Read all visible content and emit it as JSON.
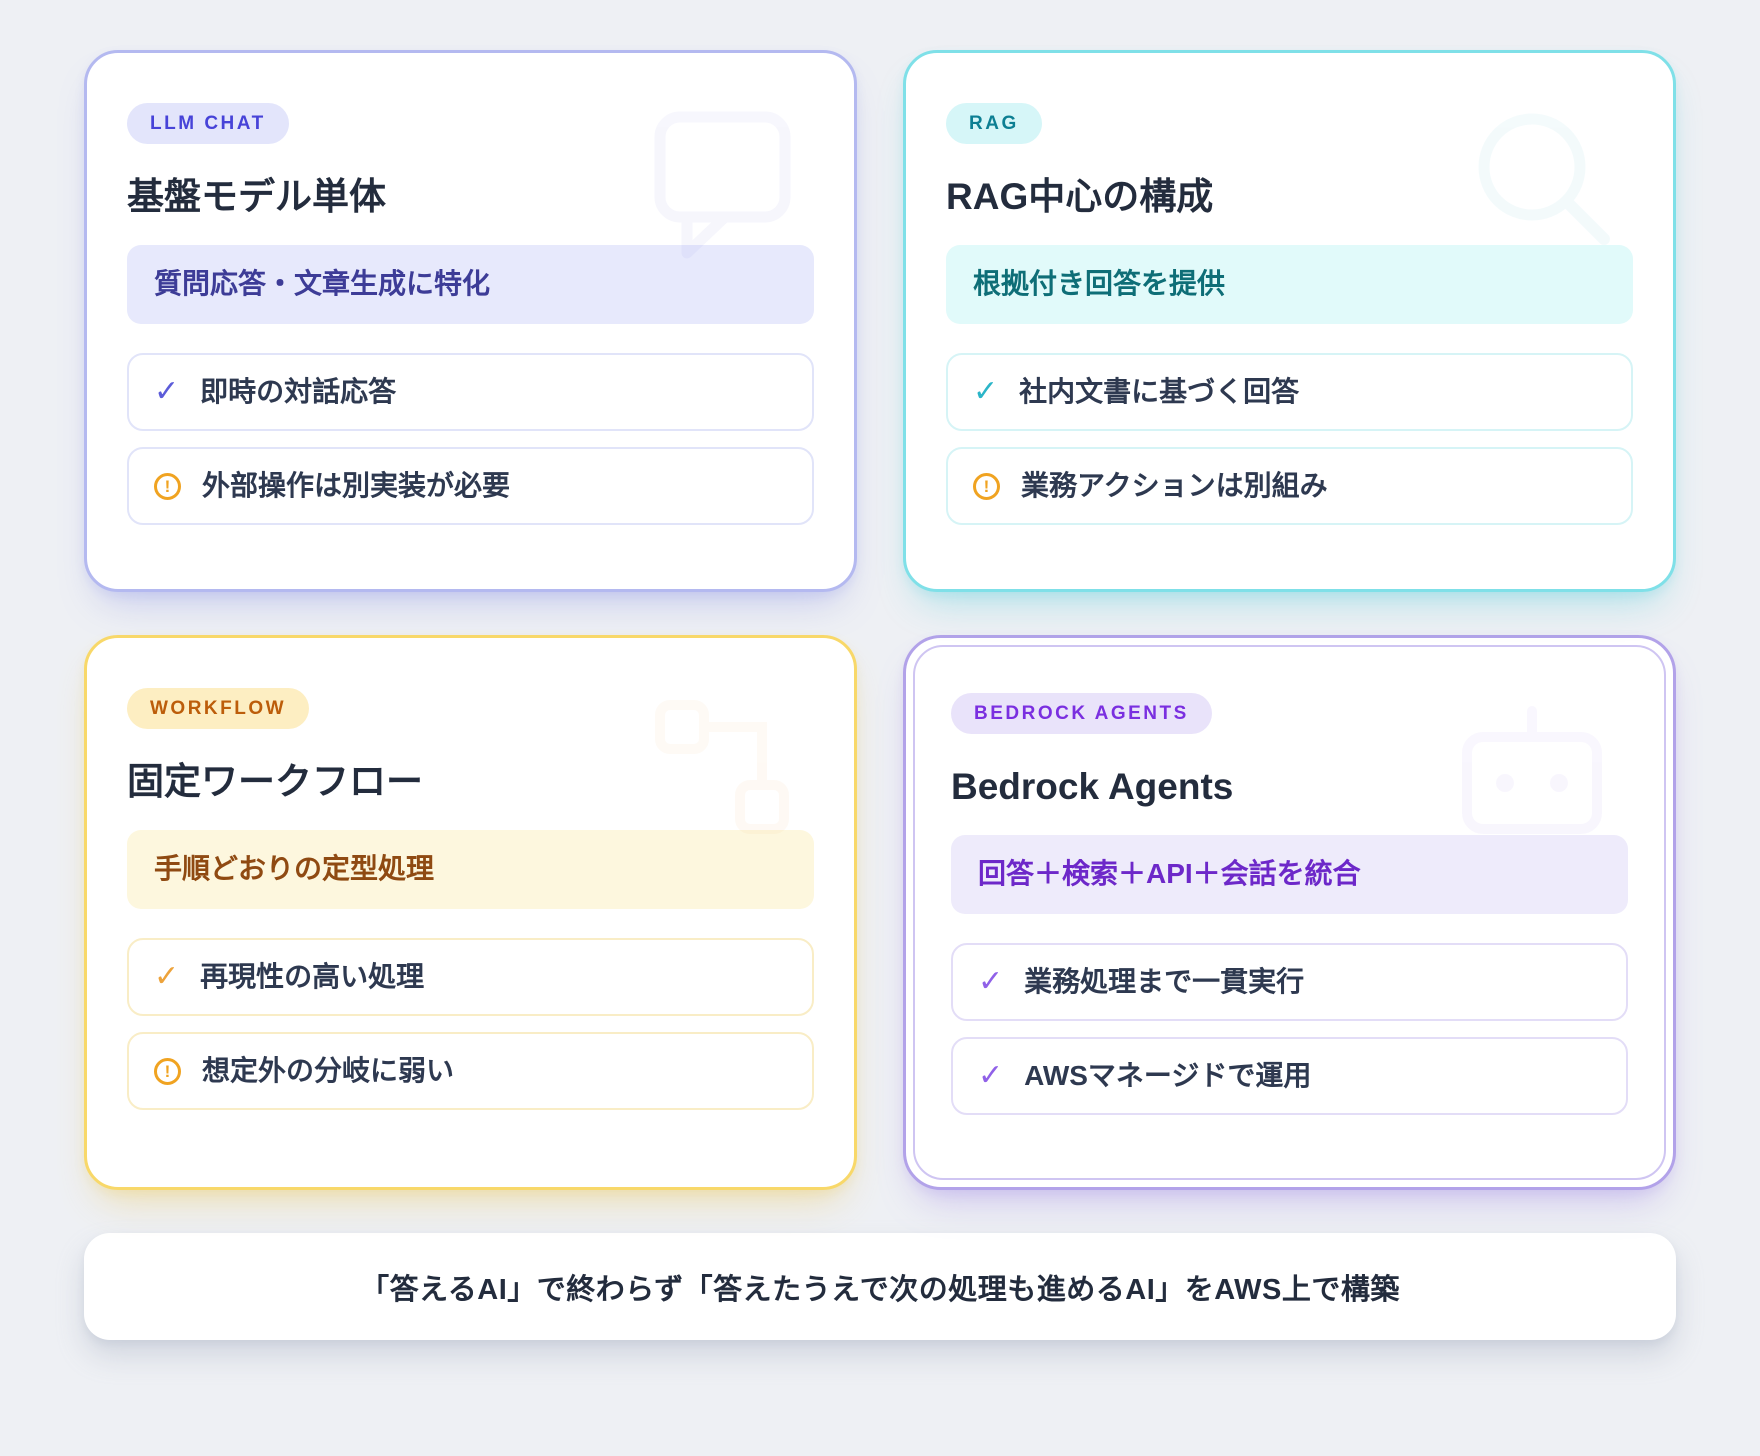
{
  "page": {
    "background_color": "#eef0f4",
    "title_text_color": "#232c3d",
    "warning_color": "#f0a321"
  },
  "cards": [
    {
      "badge": "LLM CHAT",
      "title": "基盤モデル単体",
      "highlight": "質問応答・文章生成に特化",
      "items": [
        {
          "type": "check",
          "icon": "check-icon",
          "text": "即時の対話応答"
        },
        {
          "type": "warning",
          "icon": "warning-icon",
          "text": "外部操作は別実装が必要"
        }
      ],
      "accent_color": "#5c5cd9",
      "border_color": "#b4b9f0",
      "badge_bg": "#e3e5fb",
      "highlight_bg": "#e7e9fc",
      "watermark_icon": "chat-bubble-icon"
    },
    {
      "badge": "RAG",
      "title": "RAG中心の構成",
      "highlight": "根拠付き回答を提供",
      "items": [
        {
          "type": "check",
          "icon": "check-icon",
          "text": "社内文書に基づく回答"
        },
        {
          "type": "warning",
          "icon": "warning-icon",
          "text": "業務アクションは別組み"
        }
      ],
      "accent_color": "#2bb5c8",
      "border_color": "#7fe0e8",
      "badge_bg": "#d6f6f8",
      "highlight_bg": "#e1fafa",
      "watermark_icon": "search-icon"
    },
    {
      "badge": "WORKFLOW",
      "title": "固定ワークフロー",
      "highlight": "手順どおりの定型処理",
      "items": [
        {
          "type": "check",
          "icon": "check-icon",
          "text": "再現性の高い処理"
        },
        {
          "type": "warning",
          "icon": "warning-icon",
          "text": "想定外の分岐に弱い"
        }
      ],
      "accent_color": "#eda33b",
      "border_color": "#f8d869",
      "badge_bg": "#fdeec2",
      "highlight_bg": "#fdf7de",
      "watermark_icon": "workflow-nodes-icon"
    },
    {
      "badge": "BEDROCK AGENTS",
      "title": "Bedrock Agents",
      "highlight": "回答＋検索＋API＋会話を統合",
      "items": [
        {
          "type": "check",
          "icon": "check-icon",
          "text": "業務処理まで一貫実行"
        },
        {
          "type": "check",
          "icon": "check-icon",
          "text": "AWSマネージドで運用"
        }
      ],
      "accent_color": "#9061e8",
      "border_color": "#b2a2e9",
      "inner_border_color": "#cfc5f2",
      "badge_bg": "#e9e3fa",
      "highlight_bg": "#eeebfb",
      "watermark_icon": "agent-window-icon"
    }
  ],
  "footer": {
    "text": "「答えるAI」で終わらず「答えたうえで次の処理も進めるAI」をAWS上で構築"
  },
  "glyphs": {
    "check": "✓",
    "warning": "!"
  }
}
